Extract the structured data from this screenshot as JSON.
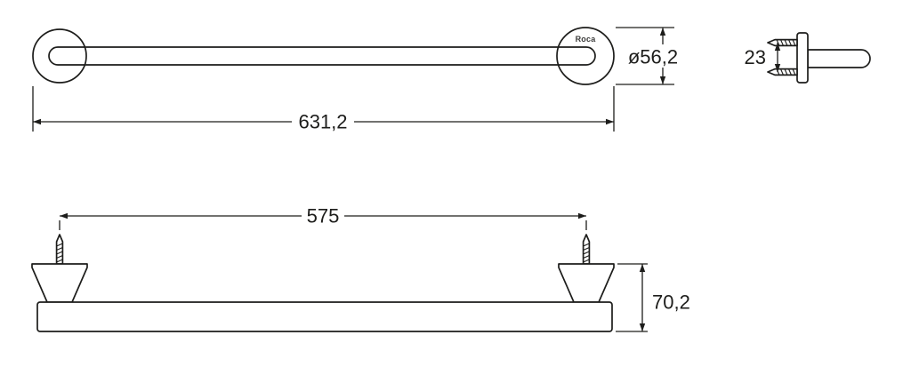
{
  "colors": {
    "line": "#1d1d1b",
    "text": "#1d1d1b",
    "background": "#ffffff",
    "brand": "#3c3c3b"
  },
  "views": {
    "top": {
      "label": "plan-view",
      "brand_label": "Roca",
      "dimensions": {
        "plate_diameter": "ø56,2",
        "overall_length": "631,2"
      }
    },
    "side": {
      "label": "side-view",
      "dimensions": {
        "screw_spacing": "23"
      }
    },
    "front": {
      "label": "front-elevation",
      "dimensions": {
        "fixing_centres": "575",
        "height": "70,2"
      }
    }
  }
}
